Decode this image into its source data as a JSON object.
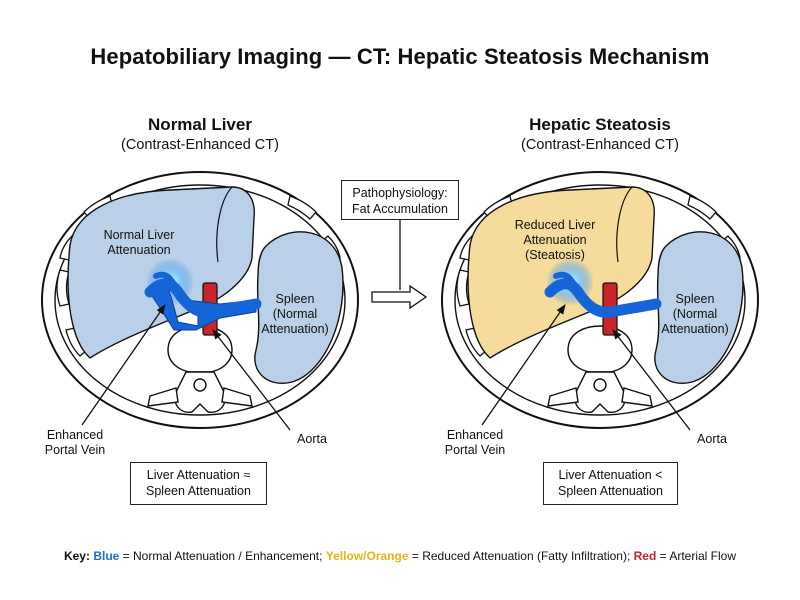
{
  "title": "Hepatobiliary Imaging — CT: Hepatic Steatosis Mechanism",
  "left_panel": {
    "title": "Normal Liver",
    "subtitle": "(Contrast-Enhanced CT)",
    "liver_label": [
      "Normal Liver",
      "Attenuation"
    ],
    "spleen_label": [
      "Spleen",
      "(Normal",
      "Attenuation)"
    ],
    "portal_label": [
      "Enhanced",
      "Portal Vein"
    ],
    "aorta_label": "Aorta",
    "comparison": [
      "Liver Attenuation ≈",
      "Spleen Attenuation"
    ]
  },
  "right_panel": {
    "title": "Hepatic Steatosis",
    "subtitle": "(Contrast-Enhanced CT)",
    "liver_label": [
      "Reduced Liver",
      "Attenuation",
      "(Steatosis)"
    ],
    "spleen_label": [
      "Spleen",
      "(Normal",
      "Attenuation)"
    ],
    "portal_label": [
      "Enhanced",
      "Portal Vein"
    ],
    "aorta_label": "Aorta",
    "comparison": [
      "Liver Attenuation <",
      "Spleen Attenuation"
    ]
  },
  "mechanism": [
    "Pathophysiology:",
    "Fat Accumulation"
  ],
  "key": {
    "prefix": "Key:",
    "blue": "Blue",
    "blue_text": " = Normal Attenuation / Enhancement; ",
    "yellow": "Yellow/Orange",
    "yellow_text": " = Reduced Attenuation (Fatty Infiltration); ",
    "red": "Red",
    "red_text": " = Arterial Flow"
  },
  "colors": {
    "normal_tissue": "#b9d0e8",
    "fatty_liver": "#f6dc9c",
    "portal_vein": "#1565d8",
    "aorta": "#c9242c",
    "key_blue": "#1f6fc4",
    "key_yellow": "#e8b21a",
    "key_red": "#c4242b"
  }
}
